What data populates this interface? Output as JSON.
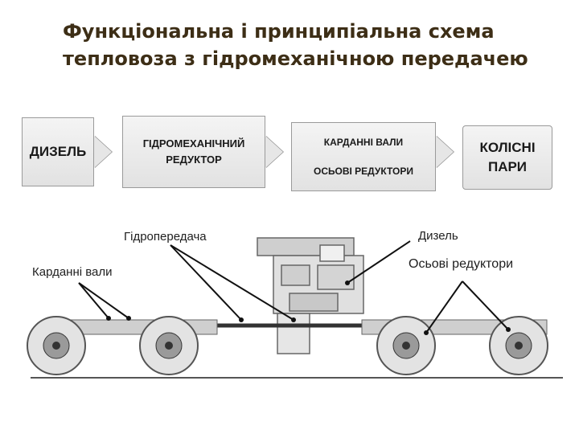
{
  "title": {
    "line1": "Функціональна і принципіальна схема",
    "line2": "тепловоза з гідромеханічною передачею"
  },
  "blocks": {
    "diesel": "ДИЗЕЛЬ",
    "reducer_line1": "ГІДРОМЕХАНІЧНИЙ",
    "reducer_line2": "РЕДУКТОР",
    "cardan": "КАРДАННІ  ВАЛИ",
    "axle_reducers": "ОСЬОВІ  РЕДУКТОРИ",
    "wheels_line1": "КОЛІСНІ",
    "wheels_line2": "ПАРИ"
  },
  "labels": {
    "hydro": "Гідропередача",
    "diesel": "Дизель",
    "cardan": "Карданні  вали",
    "axle": "Осьові редуктори"
  },
  "colors": {
    "title": "#3d2e16",
    "block_fill": "#e8e8e8",
    "line": "#1a1a1a"
  }
}
